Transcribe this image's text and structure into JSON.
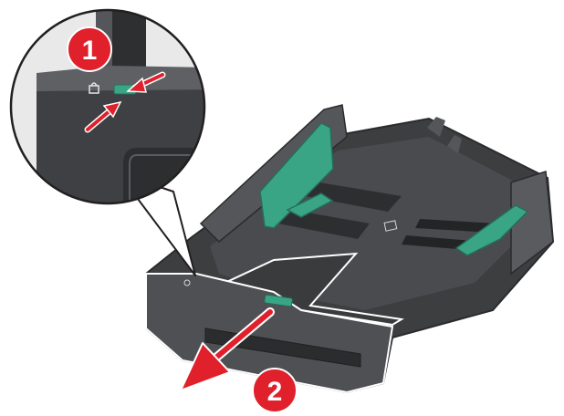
{
  "figure": {
    "subject": "paper tray",
    "steps": [
      {
        "number": "1",
        "action": "squeeze"
      },
      {
        "number": "2",
        "action": "pull-out"
      }
    ]
  },
  "colors": {
    "tray_dark": "#3d3e40",
    "tray_mid": "#55565a",
    "tray_light": "#6f7074",
    "guide_green": "#3aa585",
    "callout_red": "#e0202b",
    "outline": "#ffffff"
  }
}
